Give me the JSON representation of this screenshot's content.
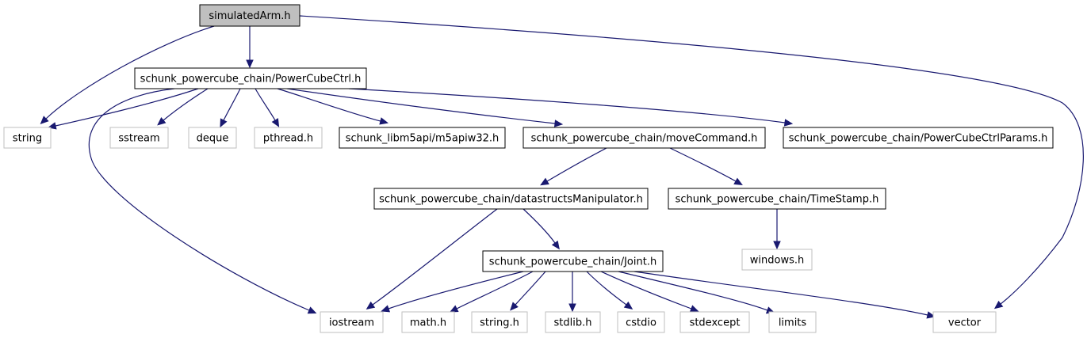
{
  "colors": {
    "edge": "#191970",
    "root_fill": "#bfbfbf",
    "documented_stroke": "#000000",
    "external_stroke": "#bfbfbf"
  },
  "nodes": [
    {
      "id": "simulatedArm",
      "label": "simulatedArm.h",
      "kind": "root"
    },
    {
      "id": "powercubectrl",
      "label": "schunk_powercube_chain/PowerCubeCtrl.h",
      "kind": "documented"
    },
    {
      "id": "string",
      "label": "string",
      "kind": "external"
    },
    {
      "id": "sstream",
      "label": "sstream",
      "kind": "external"
    },
    {
      "id": "deque",
      "label": "deque",
      "kind": "external"
    },
    {
      "id": "pthread",
      "label": "pthread.h",
      "kind": "external"
    },
    {
      "id": "m5apiw32",
      "label": "schunk_libm5api/m5apiw32.h",
      "kind": "documented"
    },
    {
      "id": "movecommand",
      "label": "schunk_powercube_chain/moveCommand.h",
      "kind": "documented"
    },
    {
      "id": "params",
      "label": "schunk_powercube_chain/PowerCubeCtrlParams.h",
      "kind": "documented"
    },
    {
      "id": "dsmanip",
      "label": "schunk_powercube_chain/datastructsManipulator.h",
      "kind": "documented"
    },
    {
      "id": "timestamp",
      "label": "schunk_powercube_chain/TimeStamp.h",
      "kind": "documented"
    },
    {
      "id": "windows",
      "label": "windows.h",
      "kind": "external"
    },
    {
      "id": "joint",
      "label": "schunk_powercube_chain/Joint.h",
      "kind": "documented"
    },
    {
      "id": "iostream",
      "label": "iostream",
      "kind": "external"
    },
    {
      "id": "math",
      "label": "math.h",
      "kind": "external"
    },
    {
      "id": "stringh",
      "label": "string.h",
      "kind": "external"
    },
    {
      "id": "stdlib",
      "label": "stdlib.h",
      "kind": "external"
    },
    {
      "id": "cstdio",
      "label": "cstdio",
      "kind": "external"
    },
    {
      "id": "stdexcept",
      "label": "stdexcept",
      "kind": "external"
    },
    {
      "id": "limits",
      "label": "limits",
      "kind": "external"
    },
    {
      "id": "vector",
      "label": "vector",
      "kind": "external"
    }
  ],
  "edges": [
    {
      "from": "simulatedArm",
      "to": "powercubectrl"
    },
    {
      "from": "simulatedArm",
      "to": "string"
    },
    {
      "from": "simulatedArm",
      "to": "vector"
    },
    {
      "from": "powercubectrl",
      "to": "string"
    },
    {
      "from": "powercubectrl",
      "to": "sstream"
    },
    {
      "from": "powercubectrl",
      "to": "deque"
    },
    {
      "from": "powercubectrl",
      "to": "pthread"
    },
    {
      "from": "powercubectrl",
      "to": "m5apiw32"
    },
    {
      "from": "powercubectrl",
      "to": "movecommand"
    },
    {
      "from": "powercubectrl",
      "to": "params"
    },
    {
      "from": "powercubectrl",
      "to": "iostream"
    },
    {
      "from": "movecommand",
      "to": "dsmanip"
    },
    {
      "from": "movecommand",
      "to": "timestamp"
    },
    {
      "from": "timestamp",
      "to": "windows"
    },
    {
      "from": "dsmanip",
      "to": "joint"
    },
    {
      "from": "dsmanip",
      "to": "iostream"
    },
    {
      "from": "joint",
      "to": "iostream"
    },
    {
      "from": "joint",
      "to": "math"
    },
    {
      "from": "joint",
      "to": "stringh"
    },
    {
      "from": "joint",
      "to": "stdlib"
    },
    {
      "from": "joint",
      "to": "cstdio"
    },
    {
      "from": "joint",
      "to": "stdexcept"
    },
    {
      "from": "joint",
      "to": "limits"
    },
    {
      "from": "joint",
      "to": "vector"
    }
  ]
}
